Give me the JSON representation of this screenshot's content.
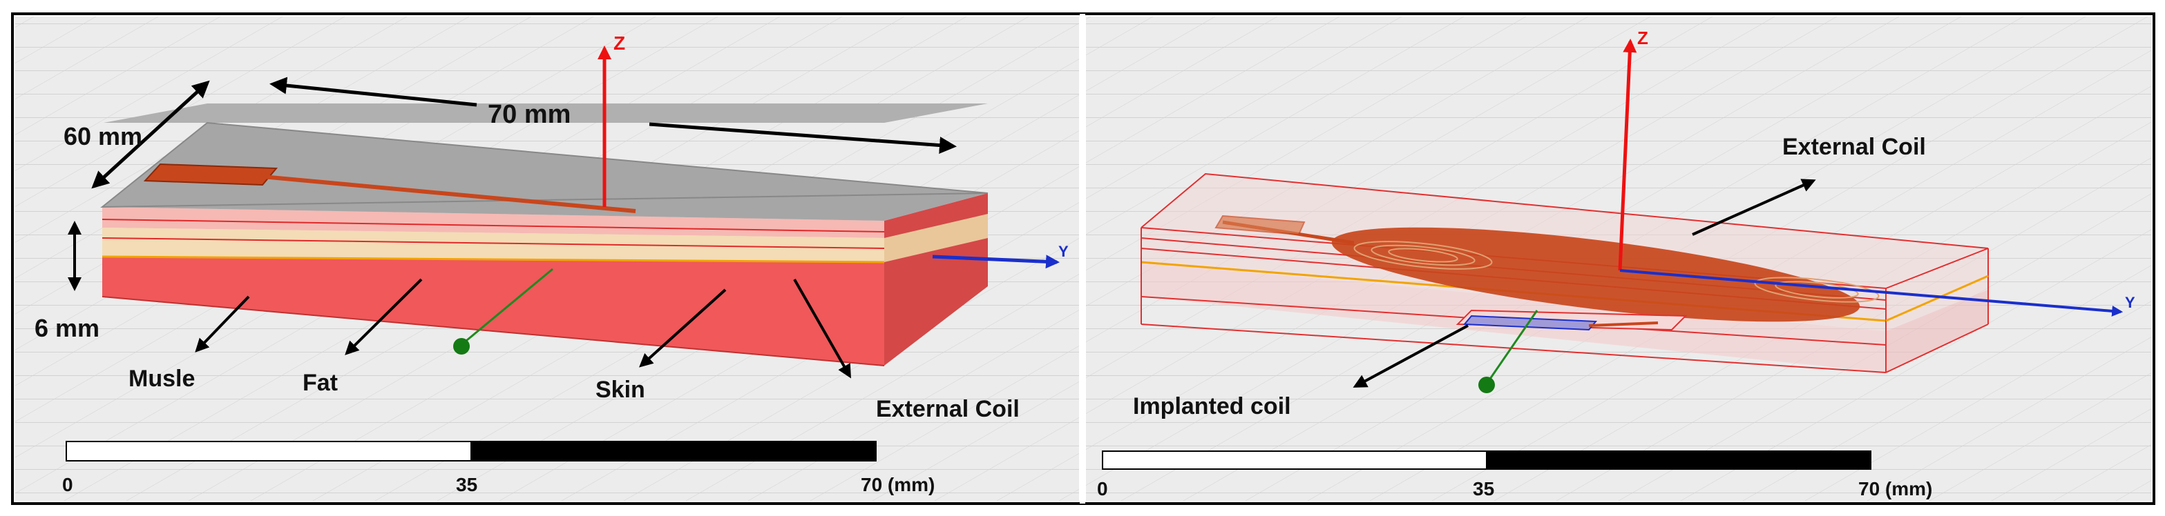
{
  "colors": {
    "muscle": "#f0585a",
    "fat": "#f3ddb8",
    "skin": "#f7b8b2",
    "top_surface": "#a9a9a9",
    "coil": "#c8461c",
    "axis_z": "#ee1111",
    "axis_y": "#1a2fcc",
    "axis_x": "#1f8a1f",
    "transparent_outline": "#e23030",
    "background": "#e9e9e9"
  },
  "left_panel": {
    "dimensions": {
      "width": "60 mm",
      "length": "70 mm",
      "thickness": "6 mm"
    },
    "layer_labels": {
      "muscle": "Musle",
      "fat": "Fat",
      "skin": "Skin",
      "external_coil": "External Coil"
    },
    "axes": {
      "z": "Z",
      "y": "Y"
    },
    "scale_bar": {
      "start": "0",
      "mid": "35",
      "end": "70 (mm)"
    }
  },
  "right_panel": {
    "labels": {
      "external_coil": "External Coil",
      "implanted_coil": "Implanted coil"
    },
    "axes": {
      "z": "Z",
      "y": "Y"
    },
    "scale_bar": {
      "start": "0",
      "mid": "35",
      "end": "70 (mm)"
    }
  }
}
